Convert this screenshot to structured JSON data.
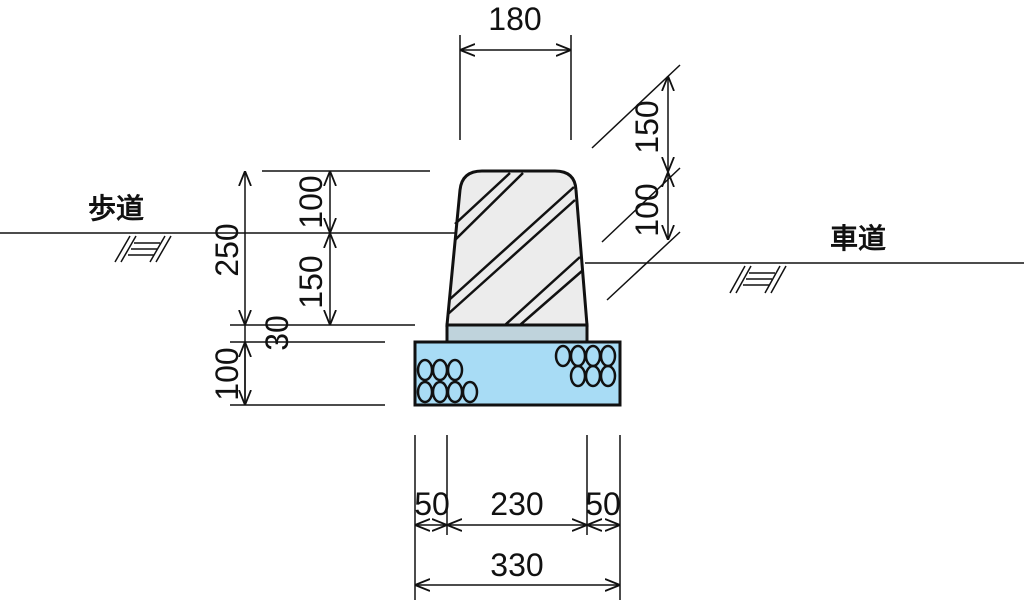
{
  "labels": {
    "sidewalk": "歩道",
    "roadway": "車道"
  },
  "dimensions": {
    "top_width": "180",
    "right_upper": "150",
    "right_lower": "100",
    "left_total": "250",
    "left_upper": "100",
    "left_middle": "150",
    "bedding": "30",
    "base_height": "100",
    "bottom_left": "50",
    "bottom_middle": "230",
    "bottom_right": "50",
    "bottom_total": "330"
  },
  "colors": {
    "curb": "#ececec",
    "bedding": "#bfd3dc",
    "base": "#a8dcf5",
    "line": "#111111"
  }
}
